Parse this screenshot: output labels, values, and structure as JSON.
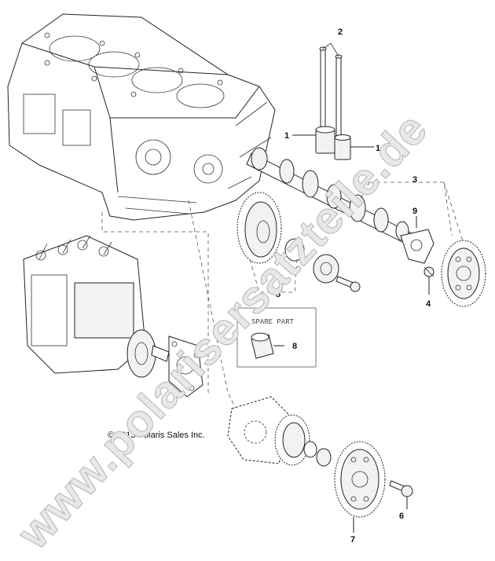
{
  "watermark": "www.polarisersatzteile.de",
  "copyright": "© 2013 Polaris Sales Inc.",
  "spare_part_label": "SPARE PART",
  "callouts": {
    "c1a": "1",
    "c1b": "1",
    "c2": "2",
    "c3": "3",
    "c4": "4",
    "c5": "5",
    "c6": "6",
    "c7": "7",
    "c8": "8",
    "c9": "9"
  },
  "parts": [
    "engine-block",
    "injection-pump",
    "pushrod",
    "tappet",
    "camshaft",
    "idler-gear",
    "bushing",
    "thrust-plate",
    "cam-gear",
    "bolt",
    "pump-gear",
    "gasket"
  ]
}
